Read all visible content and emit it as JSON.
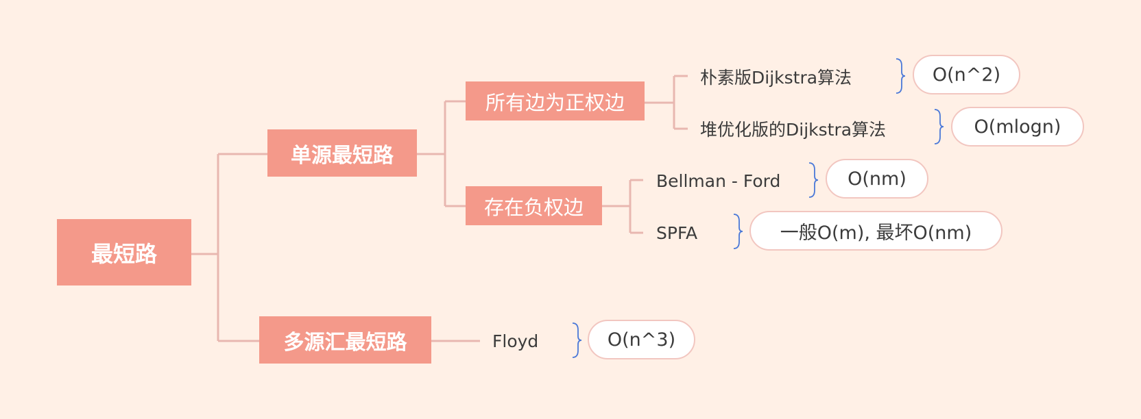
{
  "colors": {
    "background": "#fff0e6",
    "node_fill": "#f4998a",
    "node_text": "#ffffff",
    "connector": "#e8b7b0",
    "pill_border": "#f2c6c0",
    "brace": "#4a78d8",
    "leaf_text": "#3b3b3b"
  },
  "root": {
    "label": "最短路"
  },
  "branches": {
    "single_source": {
      "label": "单源最短路",
      "all_positive": {
        "label": "所有边为正权边",
        "naive_dijkstra": {
          "label": "朴素版Dijkstra算法",
          "complexity": "O(n^2)"
        },
        "heap_dijkstra": {
          "label": "堆优化版的Dijkstra算法",
          "complexity": "O(mlogn)"
        }
      },
      "negative_weights": {
        "label": "存在负权边",
        "bellman_ford": {
          "label": "Bellman - Ford",
          "complexity": "O(nm)"
        },
        "spfa": {
          "label": "SPFA",
          "complexity": "一般O(m), 最坏O(nm)"
        }
      }
    },
    "multi_source": {
      "label": "多源汇最短路",
      "floyd": {
        "label": "Floyd",
        "complexity": "O(n^3)"
      }
    }
  }
}
